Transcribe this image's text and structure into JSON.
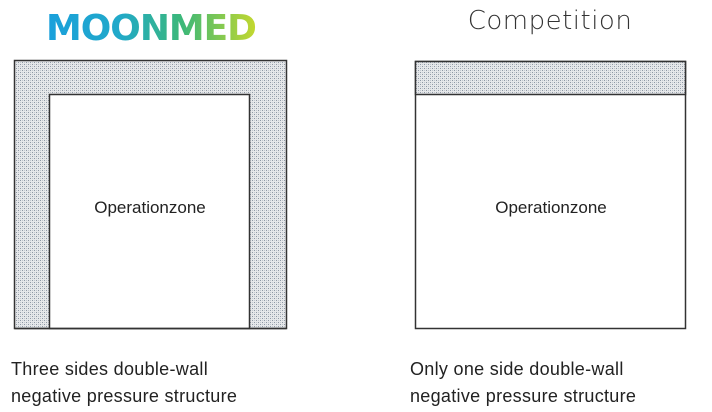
{
  "brand": {
    "logo_text": "MOONMED",
    "logo_colors": [
      "#1aa0dc",
      "#3cb878",
      "#8dc63f",
      "#c4d82e"
    ]
  },
  "competition": {
    "heading": "Competition"
  },
  "left_diagram": {
    "zone_label": "Operationzone",
    "caption_line1": "Three sides double-wall",
    "caption_line2": "negative  pressure structure"
  },
  "right_diagram": {
    "zone_label": "Operationzone",
    "caption_line1": "Only one  side double-wall",
    "caption_line2": "negative  pressure structure"
  },
  "colors": {
    "wall_fill": "#dcdcdc",
    "wall_pattern": "#9aa4b0",
    "border": "#333333"
  }
}
